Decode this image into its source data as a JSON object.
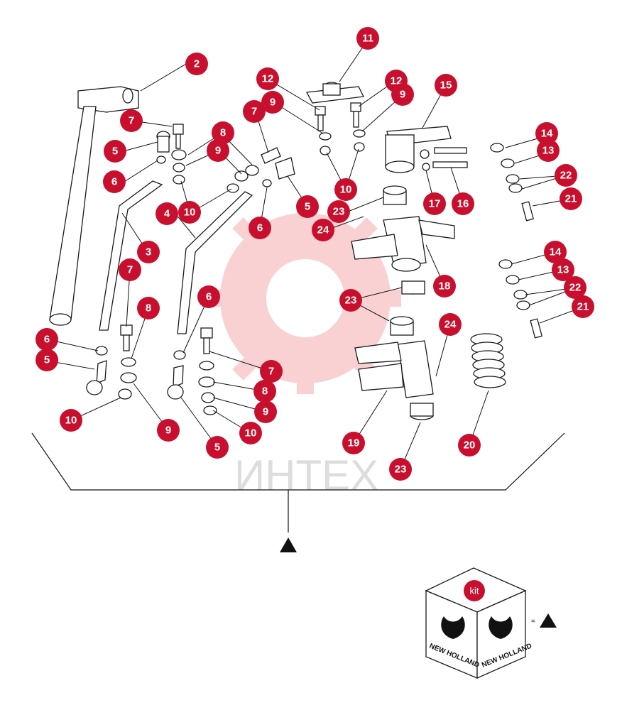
{
  "watermark": {
    "text": "ИНТЕХ",
    "color": "#e8323c"
  },
  "callout_color": "#c8102e",
  "callouts": [
    {
      "id": "c-2",
      "label": "2"
    },
    {
      "id": "c-11",
      "label": "11"
    },
    {
      "id": "c-12a",
      "label": "12"
    },
    {
      "id": "c-12b",
      "label": "12"
    },
    {
      "id": "c-9a",
      "label": "9"
    },
    {
      "id": "c-9b",
      "label": "9"
    },
    {
      "id": "c-15",
      "label": "15"
    },
    {
      "id": "c-7a",
      "label": "7"
    },
    {
      "id": "c-7b",
      "label": "7"
    },
    {
      "id": "c-8a",
      "label": "8"
    },
    {
      "id": "c-9c",
      "label": "9"
    },
    {
      "id": "c-5a",
      "label": "5"
    },
    {
      "id": "c-6a",
      "label": "6"
    },
    {
      "id": "c-10a",
      "label": "10"
    },
    {
      "id": "c-10b",
      "label": "10"
    },
    {
      "id": "c-14a",
      "label": "14"
    },
    {
      "id": "c-13a",
      "label": "13"
    },
    {
      "id": "c-22a",
      "label": "22"
    },
    {
      "id": "c-21a",
      "label": "21"
    },
    {
      "id": "c-17",
      "label": "17"
    },
    {
      "id": "c-16",
      "label": "16"
    },
    {
      "id": "c-5b",
      "label": "5"
    },
    {
      "id": "c-23a",
      "label": "23"
    },
    {
      "id": "c-24a",
      "label": "24"
    },
    {
      "id": "c-4",
      "label": "4"
    },
    {
      "id": "c-6b",
      "label": "6"
    },
    {
      "id": "c-3",
      "label": "3"
    },
    {
      "id": "c-7c",
      "label": "7"
    },
    {
      "id": "c-18",
      "label": "18"
    },
    {
      "id": "c-14b",
      "label": "14"
    },
    {
      "id": "c-13b",
      "label": "13"
    },
    {
      "id": "c-22b",
      "label": "22"
    },
    {
      "id": "c-21b",
      "label": "21"
    },
    {
      "id": "c-8b",
      "label": "8"
    },
    {
      "id": "c-6c",
      "label": "6"
    },
    {
      "id": "c-23b",
      "label": "23"
    },
    {
      "id": "c-24b",
      "label": "24"
    },
    {
      "id": "c-6d",
      "label": "6"
    },
    {
      "id": "c-5c",
      "label": "5"
    },
    {
      "id": "c-7d",
      "label": "7"
    },
    {
      "id": "c-8c",
      "label": "8"
    },
    {
      "id": "c-9d",
      "label": "9"
    },
    {
      "id": "c-10c",
      "label": "10"
    },
    {
      "id": "c-9e",
      "label": "9"
    },
    {
      "id": "c-10d",
      "label": "10"
    },
    {
      "id": "c-5d",
      "label": "5"
    },
    {
      "id": "c-19",
      "label": "19"
    },
    {
      "id": "c-20",
      "label": "20"
    },
    {
      "id": "c-23c",
      "label": "23"
    }
  ],
  "kit": {
    "badge": "kit",
    "brand": "NEW HOLLAND",
    "equals": "="
  }
}
